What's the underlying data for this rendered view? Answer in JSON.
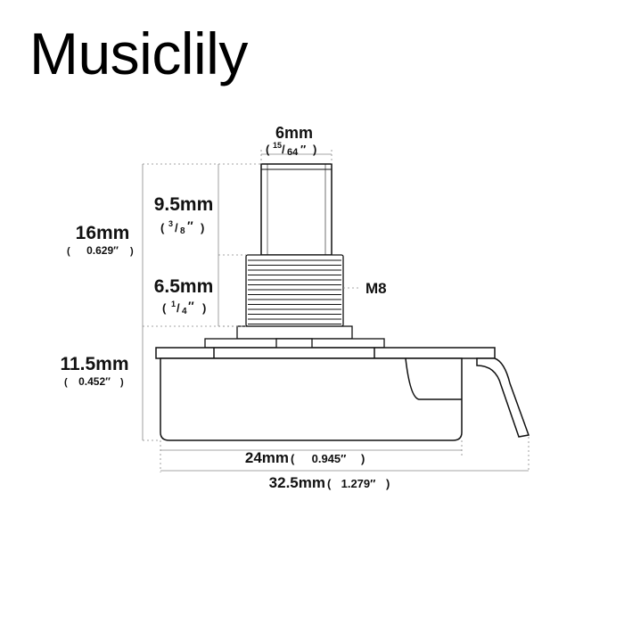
{
  "brand": "Musiclily",
  "dimensions": {
    "shaft_diameter": {
      "metric": "6mm",
      "imperial_num": "15",
      "imperial_den": "64",
      "inch_mark": "″"
    },
    "shaft_length": {
      "metric": "9.5mm",
      "imperial_num": "3",
      "imperial_den": "8",
      "inch_mark": "″"
    },
    "total_height": {
      "metric": "16mm",
      "imperial": "0.629″"
    },
    "thread_length": {
      "metric": "6.5mm",
      "imperial_num": "1",
      "imperial_den": "4",
      "inch_mark": "″"
    },
    "thread_size": {
      "metric": "M8"
    },
    "body_height": {
      "metric": "11.5mm",
      "imperial": "0.452″"
    },
    "body_width": {
      "metric": "24mm",
      "imperial": "0.945″"
    },
    "total_width": {
      "metric": "32.5mm",
      "imperial": "1.279″"
    }
  },
  "colors": {
    "line": "#111111",
    "guide": "#888888"
  }
}
